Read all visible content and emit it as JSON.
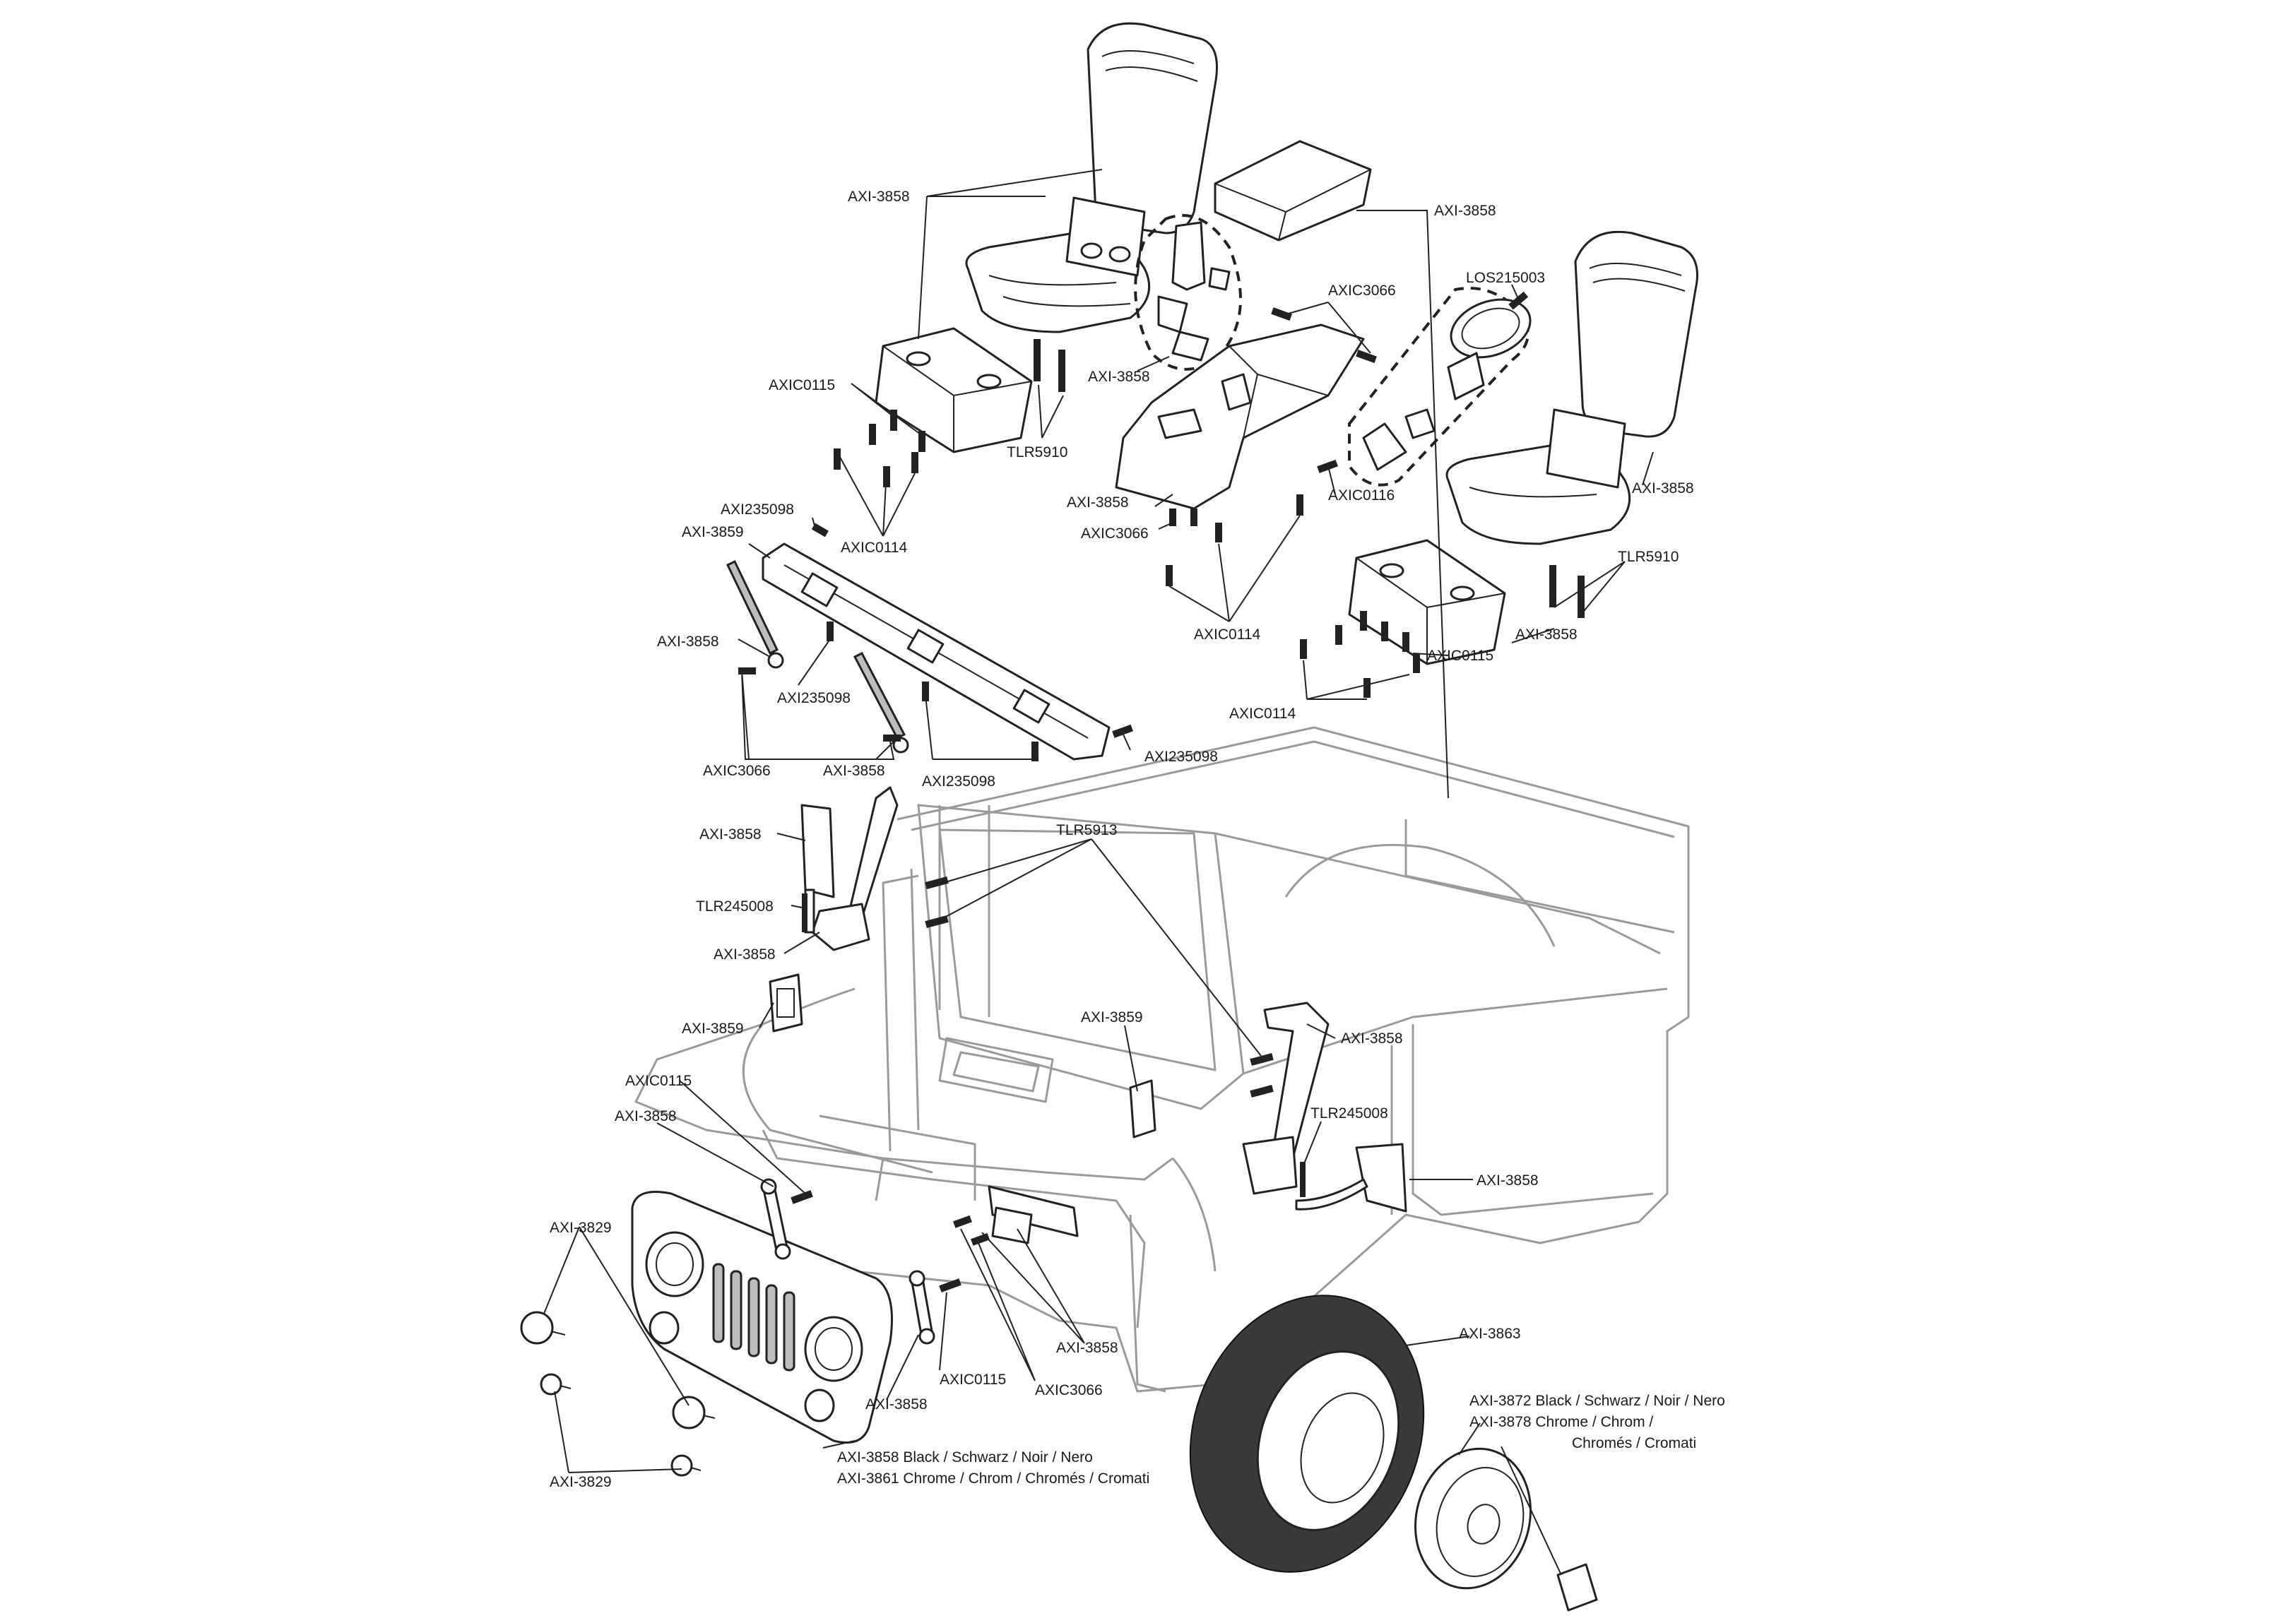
{
  "colors": {
    "ink": "#222222",
    "body_outline": "#9a9a9a",
    "background": "#ffffff"
  },
  "labels": {
    "seat_left": "AXI-3858",
    "armrest_lid": "AXI-3858",
    "shifter": "AXI-3858",
    "axic3066_console_top": "AXIC3066",
    "los215003": "LOS215003",
    "axic0115_seat_left": "AXIC0115",
    "tlr5910_left": "TLR5910",
    "console": "AXI-3858",
    "axic0116": "AXIC0116",
    "seat_right": "AXI-3858",
    "axi235098_top": "AXI235098",
    "axi3859_bar": "AXI-3859",
    "axic0114_left": "AXIC0114",
    "axic3066_console_bottom": "AXIC3066",
    "tlr5910_right": "TLR5910",
    "wiper_left": "AXI-3858",
    "axi235098_mid": "AXI235098",
    "axic0114_console": "AXIC0114",
    "seat_base_right": "AXI-3858",
    "axic0115_right": "AXIC0115",
    "axic0114_right": "AXIC0114",
    "axic3066_wiper": "AXIC3066",
    "wiper_right": "AXI-3858",
    "axi235098_low": "AXI235098",
    "axi235098_right": "AXI235098",
    "tlr5913": "TLR5913",
    "mirror_left": "AXI-3858",
    "tlr245008_left": "TLR245008",
    "mirror_bracket_left": "AXI-3858",
    "axi3859_hinge_left": "AXI-3859",
    "axi3859_hinge_right": "AXI-3859",
    "mirror_arm_right": "AXI-3858",
    "tlr245008_right": "TLR245008",
    "mirror_right": "AXI-3858",
    "axic0115_hood": "AXIC0115",
    "hood_latch": "AXI-3858",
    "axi3829_top": "AXI-3829",
    "axi3863": "AXI-3863",
    "axi3872": "AXI-3872 Black / Schwarz / Noir / Nero",
    "axi3878_line1": "AXI-3878 Chrome / Chrom /",
    "axi3878_line2": "Chromés / Cromati",
    "hinge_bracket": "AXI-3858",
    "latch_right": "AXI-3858",
    "axic0115_bottom": "AXIC0115",
    "axic3066_bottom": "AXIC3066",
    "grille_black": "AXI-3858 Black / Schwarz / Noir / Nero",
    "grille_chrome": "AXI-3861 Chrome / Chrom / Chromés / Cromati",
    "axi3829_bottom": "AXI-3829"
  }
}
